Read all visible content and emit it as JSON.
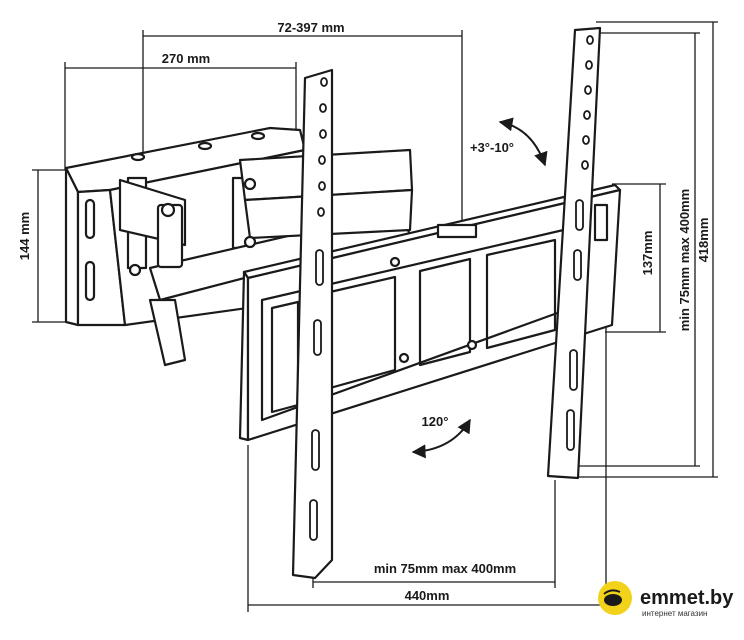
{
  "dimensions": {
    "arm_extension": "72-397 mm",
    "arm_width": "270 mm",
    "wall_plate_height": "144 mm",
    "tilt": "+3°-10°",
    "center_bar_height": "137mm",
    "vesa_vertical": "min 75mm max 400mm",
    "total_height": "418mm",
    "swivel": "120°",
    "vesa_horizontal": "min 75mm max 400mm",
    "total_width": "440mm"
  },
  "brand": {
    "name": "emmet.by",
    "tagline": "интернет магазин",
    "accent_color": "#f2d21b"
  },
  "colors": {
    "line": "#1a1a1a",
    "fill": "#ffffff"
  }
}
